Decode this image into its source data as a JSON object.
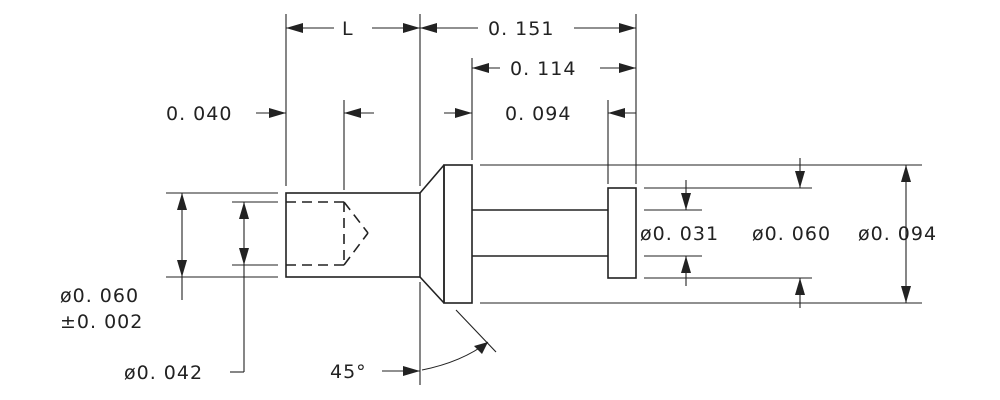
{
  "dimensions": {
    "length": "L",
    "overall_length": "0. 151",
    "shoulder_to_end": "0. 114",
    "collar_length": "0. 094",
    "drill_depth": "0. 040",
    "tip_diameter": "ø0. 031",
    "collar_diameter": "ø0. 060",
    "flange_diameter": "ø0. 094",
    "body_diameter": "ø0. 060",
    "body_tolerance": "±0. 002",
    "bore_diameter": "ø0. 042",
    "chamfer_angle": "45°"
  }
}
